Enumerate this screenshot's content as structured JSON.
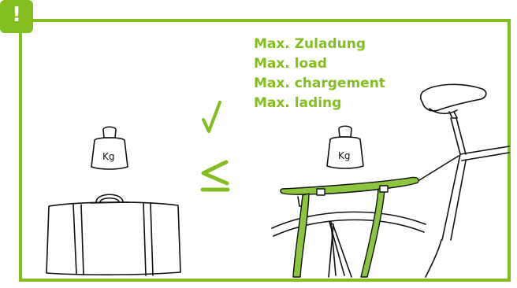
{
  "badge": {
    "symbol": "!"
  },
  "labels": [
    "Max. Zuladung",
    "Max. load",
    "Max. chargement",
    "Max. lading"
  ],
  "weight_unit": "Kg",
  "symbols": {
    "check": "✓",
    "compare": "≤"
  },
  "colors": {
    "accent": "#84bd1f",
    "ink": "#111111",
    "background": "#ffffff"
  }
}
